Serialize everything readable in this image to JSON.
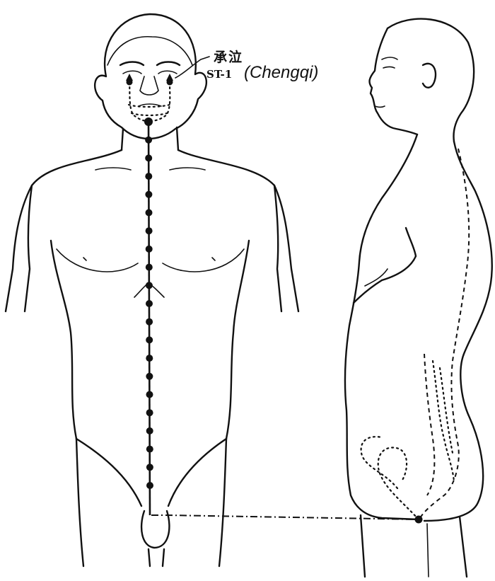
{
  "point": {
    "chinese_name": "承泣",
    "code": "ST-1",
    "pinyin": "(Chengqi)"
  },
  "colors": {
    "ink": "#111111",
    "background": "#ffffff"
  },
  "meridian": {
    "dots_on_front_midline": 21
  }
}
